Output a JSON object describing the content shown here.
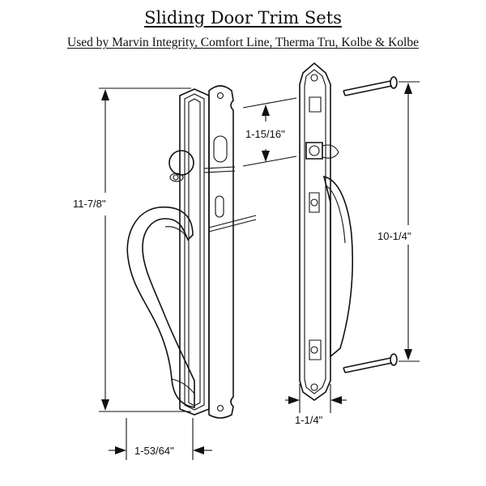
{
  "title": "Sliding Door Trim Sets",
  "subtitle": "Used by Marvin Integrity, Comfort Line, Therma Tru, Kolbe & Kolbe",
  "dimensions": {
    "overall_height": "11-7/8\"",
    "handle_projection": "1-53/64\"",
    "hole_spacing": "1-15/16\"",
    "screw_spacing": "10-1/4\"",
    "plate_width": "1-1/4\""
  }
}
